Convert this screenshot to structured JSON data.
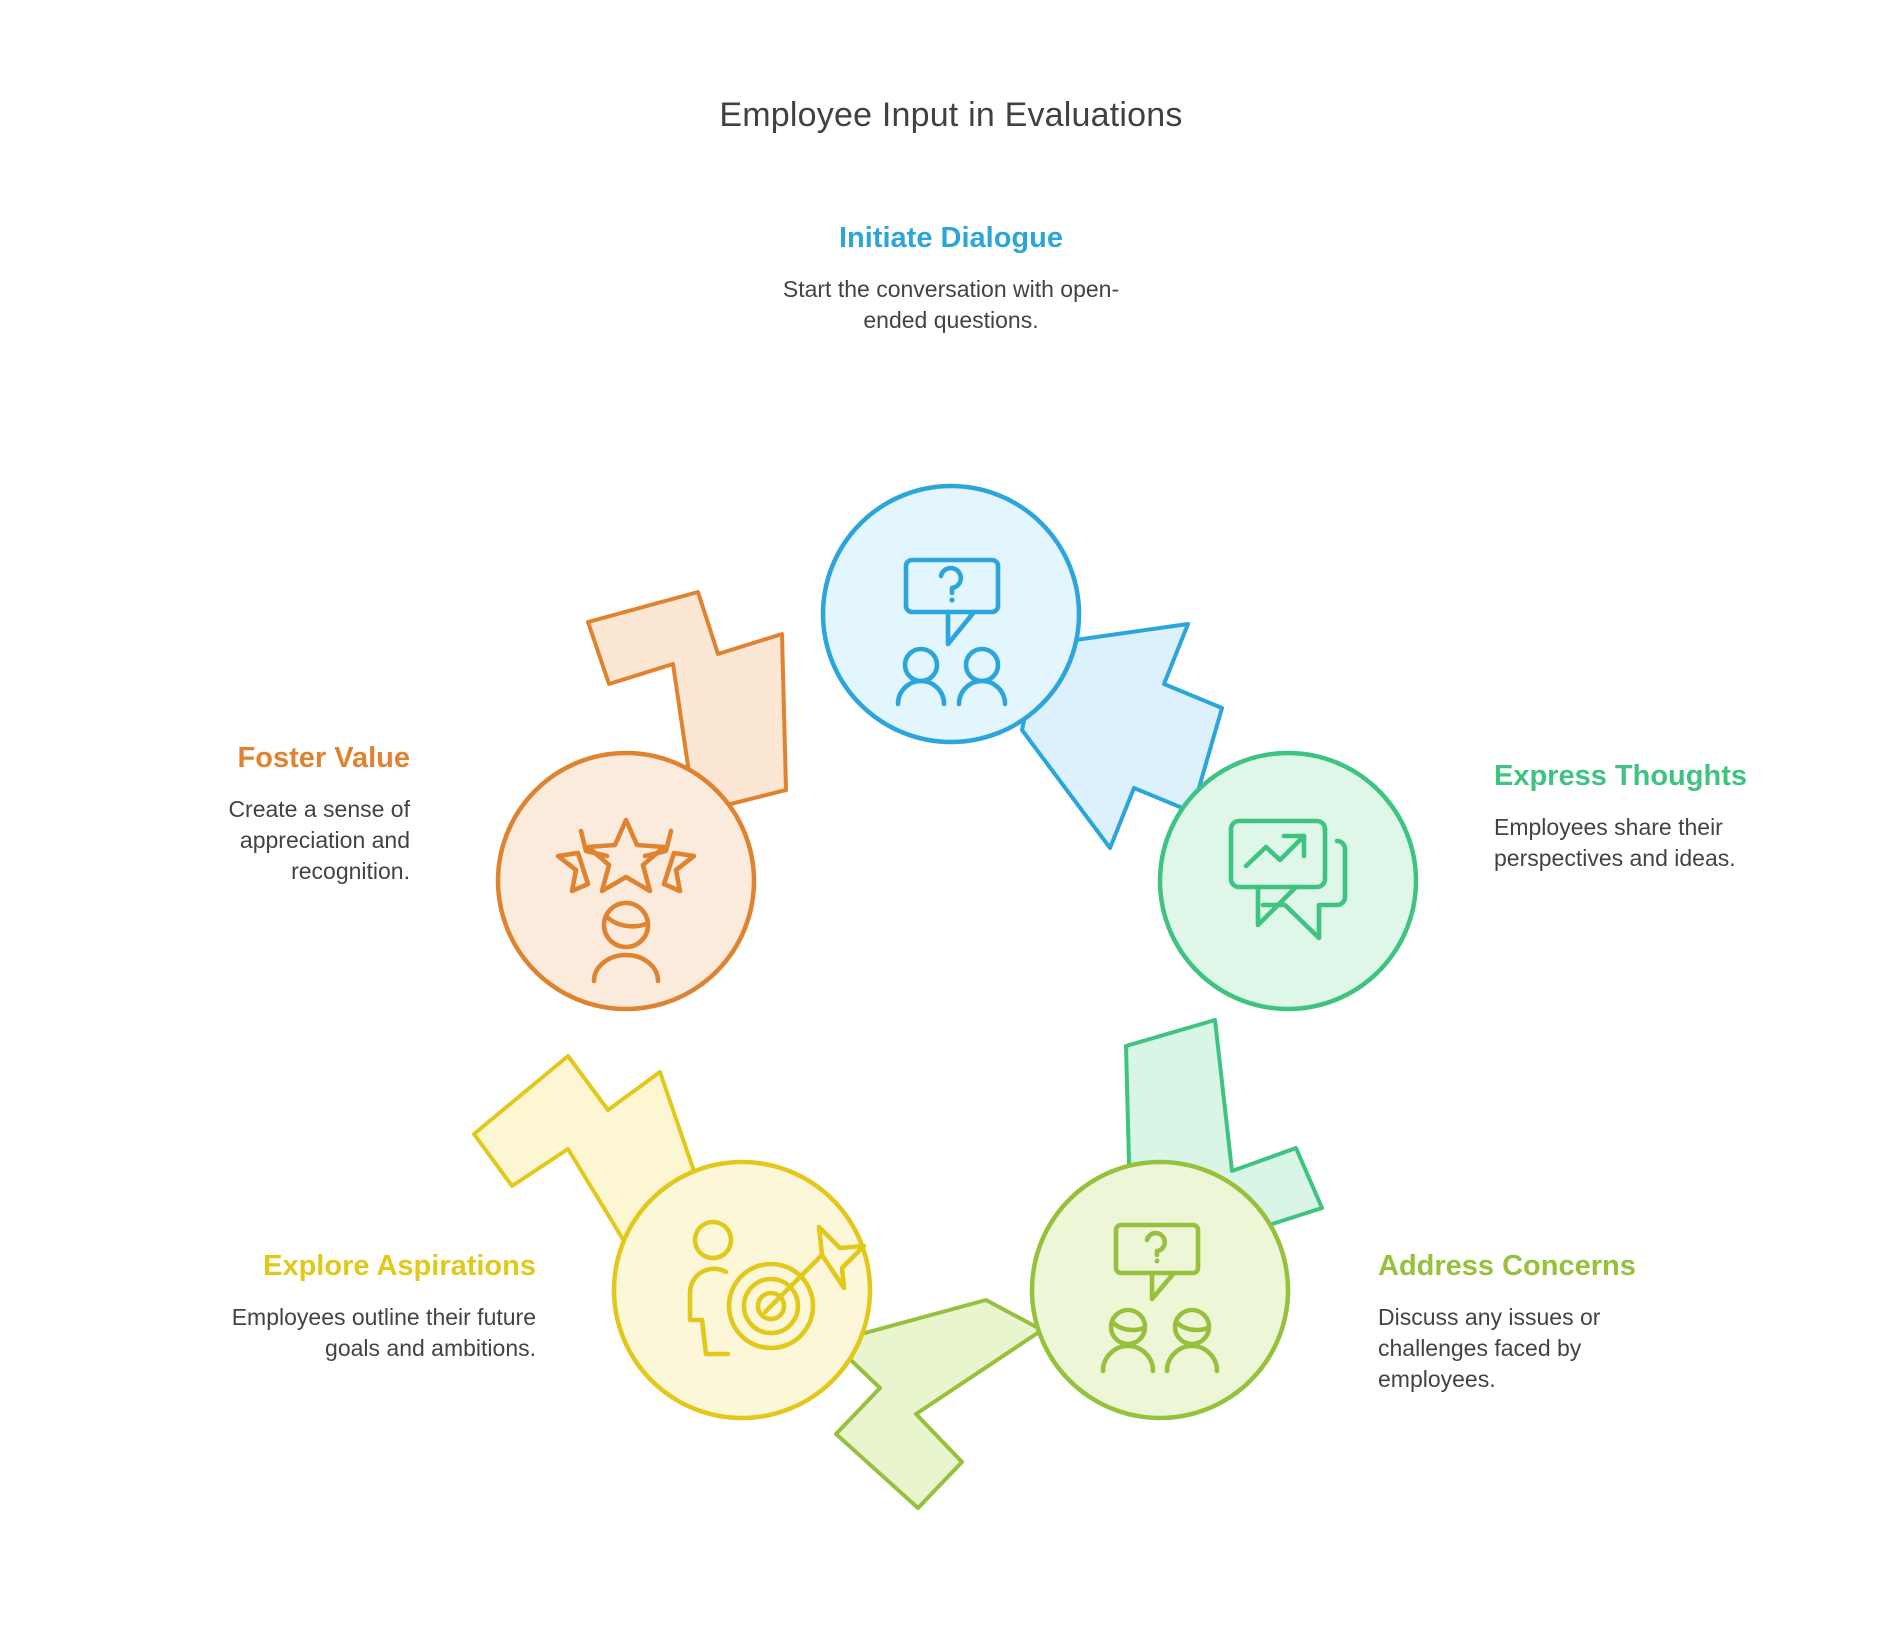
{
  "title": "Employee Input in Evaluations",
  "colors": {
    "title_text": "#3f4245",
    "body_text": "#414447",
    "background": "#ffffff"
  },
  "diagram": {
    "type": "circular-cycle",
    "direction": "clockwise",
    "step_count": 5,
    "steps": [
      {
        "id": "initiate-dialogue",
        "heading": "Initiate Dialogue",
        "body": "Start the conversation with open-ended questions.",
        "icon": "question-speech-bubble-two-people-icon",
        "stroke": "#2CA5DB",
        "fill": "#E3F5FD",
        "arrow_stroke": "#2CA5DB",
        "arrow_fill": "#DCF1FC"
      },
      {
        "id": "express-thoughts",
        "heading": "Express Thoughts",
        "body": "Employees share their perspectives and ideas.",
        "icon": "trending-up-chat-bubbles-icon",
        "stroke": "#3FC380",
        "fill": "#DFF7E9",
        "arrow_stroke": "#3FC380",
        "arrow_fill": "#D9F5E6"
      },
      {
        "id": "address-concerns",
        "heading": "Address Concerns",
        "body": "Discuss any issues or challenges faced by employees.",
        "icon": "question-bubble-two-worried-people-icon",
        "stroke": "#97C13C",
        "fill": "#EDF7D8",
        "arrow_stroke": "#97C13C",
        "arrow_fill": "#E8F5CE"
      },
      {
        "id": "explore-aspirations",
        "heading": "Explore Aspirations",
        "body": "Employees outline their future goals and ambitions.",
        "icon": "person-target-arrow-icon",
        "stroke": "#E3C81C",
        "fill": "#FDF7DA",
        "arrow_stroke": "#E3C81C",
        "arrow_fill": "#FDF6D3"
      },
      {
        "id": "foster-value",
        "heading": "Foster Value",
        "body": "Create a sense of appreciation and recognition.",
        "icon": "three-stars-person-icon",
        "stroke": "#E08331",
        "fill": "#FBEBDD",
        "arrow_stroke": "#E08331",
        "arrow_fill": "#FBE7D4"
      }
    ]
  }
}
